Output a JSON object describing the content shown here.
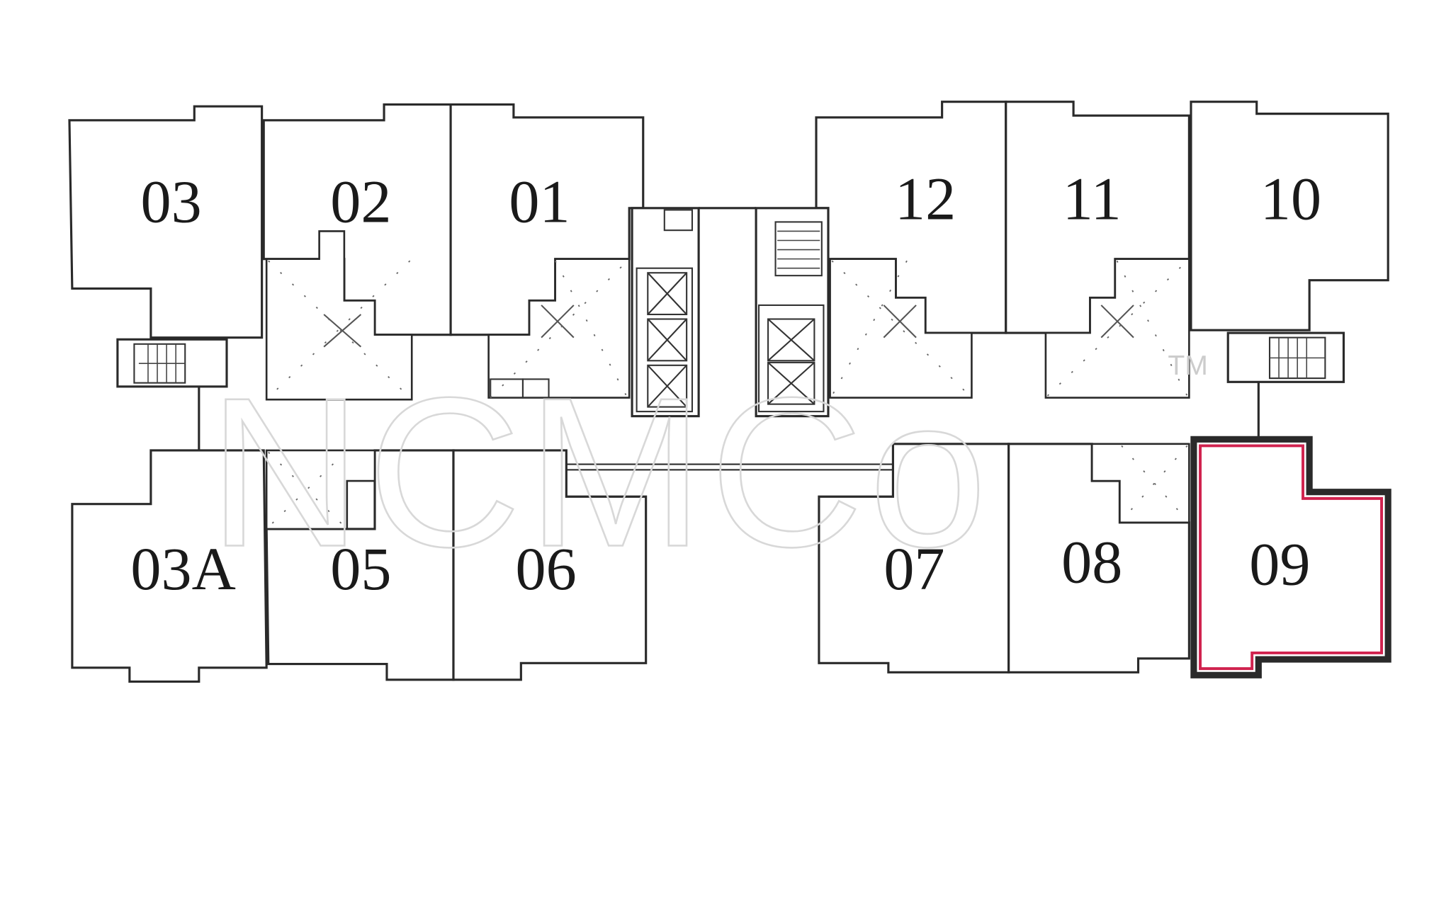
{
  "plan": {
    "units_top": [
      "03",
      "02",
      "01",
      "12",
      "11",
      "10"
    ],
    "units_bottom": [
      "03A",
      "05",
      "06",
      "07",
      "08",
      "09"
    ],
    "highlighted_unit": "09",
    "highlight_color": "#d0224e",
    "outline_color": "#2a2a2a"
  },
  "watermark": {
    "text": "NCMCo",
    "tm": "TM"
  }
}
